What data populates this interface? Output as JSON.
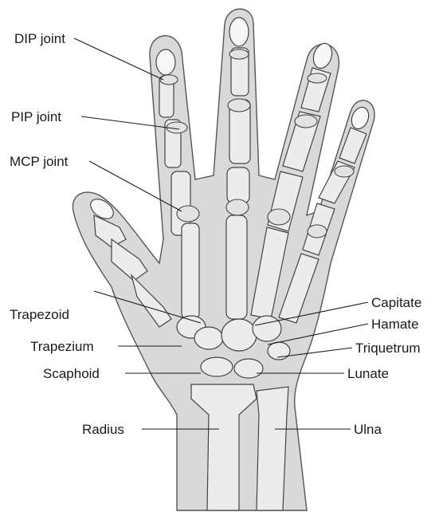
{
  "labels": {
    "dip_joint": "DIP joint",
    "pip_joint": "PIP joint",
    "mcp_joint": "MCP joint",
    "trapezoid": "Trapezoid",
    "trapezium": "Trapezium",
    "scaphoid": "Scaphoid",
    "radius": "Radius",
    "capitate": "Capitate",
    "hamate": "Hamate",
    "triquetrum": "Triquetrum",
    "lunate": "Lunate",
    "ulna": "Ulna"
  },
  "colors": {
    "skin": "#d9d9d9",
    "bone": "#ececec",
    "outline": "#444444",
    "text": "#1a1a1a"
  }
}
